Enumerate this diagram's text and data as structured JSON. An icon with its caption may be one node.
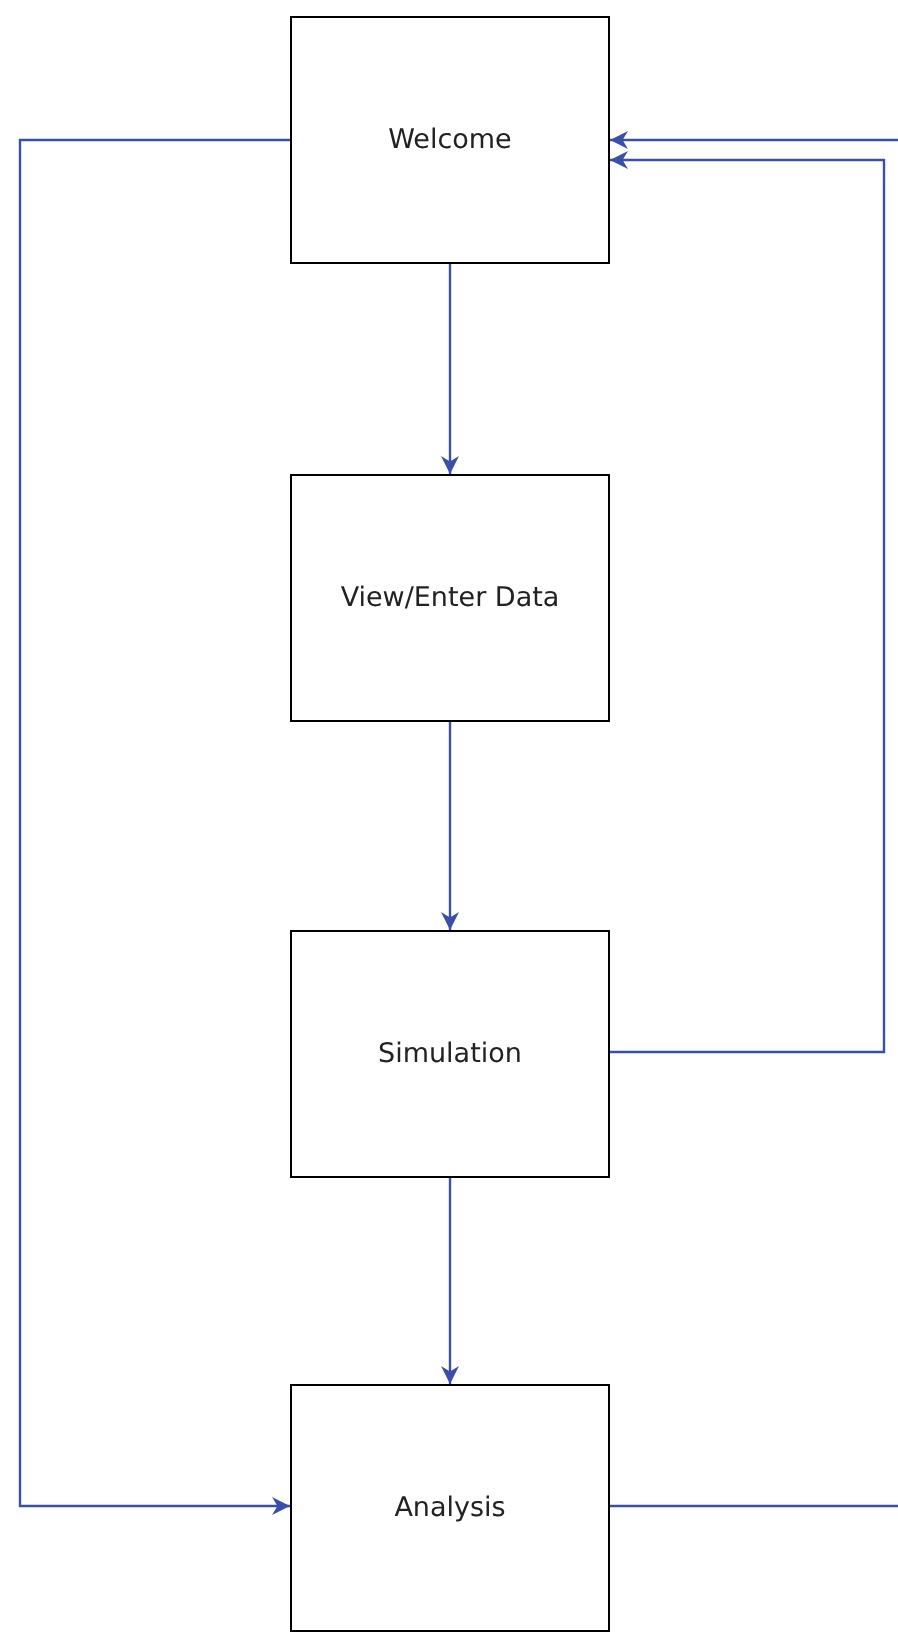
{
  "diagram": {
    "nodes": [
      {
        "text": [
          "Welcome"
        ]
      },
      {
        "text": [
          "View/Enter Data"
        ]
      },
      {
        "text": [
          "Simulation"
        ]
      },
      {
        "text": [
          "Analysis"
        ]
      }
    ],
    "edges": [
      {
        "from": 0,
        "to": 1,
        "arrow": "to"
      },
      {
        "from": 1,
        "to": 2,
        "arrow": "to"
      },
      {
        "from": 2,
        "to": 3,
        "arrow": "to"
      },
      {
        "from": 0,
        "to": 3,
        "arrow": "to"
      },
      {
        "from": 2,
        "to": 0,
        "arrow": "to"
      },
      {
        "from": null,
        "to": 0,
        "arrow": "to"
      },
      {
        "from": 3,
        "to": null,
        "arrow": "none"
      }
    ]
  }
}
